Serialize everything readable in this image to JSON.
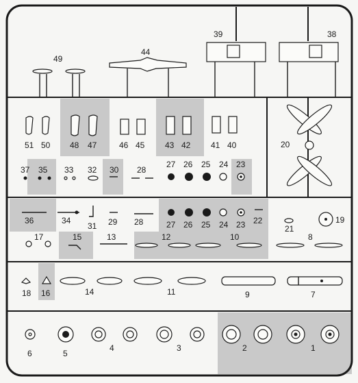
{
  "diagram": {
    "part_numbers": [
      "1",
      "2",
      "3",
      "4",
      "5",
      "6",
      "7",
      "8",
      "9",
      "10",
      "11",
      "12",
      "13",
      "14",
      "15",
      "16",
      "17",
      "18",
      "19",
      "20",
      "21",
      "22",
      "23",
      "24",
      "25",
      "26",
      "27",
      "28",
      "29",
      "30",
      "31",
      "32",
      "33",
      "34",
      "35",
      "36",
      "37",
      "38",
      "39",
      "40",
      "41",
      "42",
      "43",
      "44",
      "45",
      "46",
      "47",
      "48",
      "49",
      "50",
      "51"
    ],
    "row1": {
      "p49": "49",
      "p44": "44",
      "p39": "39",
      "p38": "38"
    },
    "row2": {
      "p51": "51",
      "p50": "50",
      "p48": "48",
      "p47": "47",
      "p46": "46",
      "p45": "45",
      "p43": "43",
      "p42": "42",
      "p41": "41",
      "p40": "40",
      "p20": "20"
    },
    "row3": {
      "p37": "37",
      "p35": "35",
      "p33": "33",
      "p32": "32",
      "p30": "30",
      "p28": "28",
      "p27": "27",
      "p26": "26",
      "p25": "25",
      "p24": "24",
      "p23": "23"
    },
    "row4": {
      "p36": "36",
      "p34": "34",
      "p31": "31",
      "p29": "29",
      "p28b": "28",
      "p27b": "27",
      "p26b": "26",
      "p25b": "25",
      "p24b": "24",
      "p23b": "23",
      "p22": "22",
      "p21": "21",
      "p19": "19"
    },
    "row5": {
      "p17": "17",
      "p15": "15",
      "p13": "13",
      "p12": "12",
      "p10": "10",
      "p8": "8"
    },
    "row6": {
      "p18": "18",
      "p16": "16",
      "p14": "14",
      "p11": "11",
      "p9": "9",
      "p7": "7"
    },
    "row7": {
      "p6": "6",
      "p5": "5",
      "p4": "4",
      "p3": "3",
      "p2": "2",
      "p1": "1"
    }
  }
}
